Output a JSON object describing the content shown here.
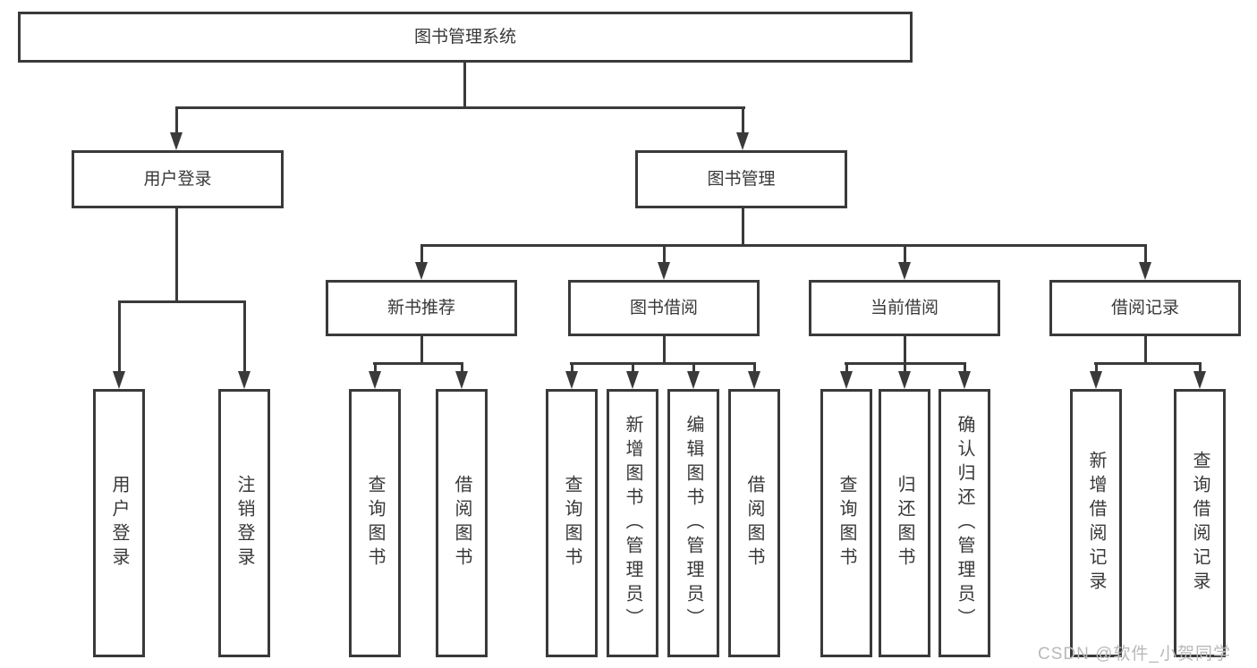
{
  "diagram": {
    "title": "图书管理系统",
    "root": "图书管理系统",
    "branches": [
      {
        "label": "用户登录",
        "children": [
          {
            "label": "用户登录"
          },
          {
            "label": "注销登录"
          }
        ]
      },
      {
        "label": "图书管理",
        "children": [
          {
            "label": "新书推荐",
            "children": [
              {
                "label": "查询图书"
              },
              {
                "label": "借阅图书"
              }
            ]
          },
          {
            "label": "图书借阅",
            "children": [
              {
                "label": "查询图书"
              },
              {
                "label": "新增图书（管理员）"
              },
              {
                "label": "编辑图书（管理员）"
              },
              {
                "label": "借阅图书"
              }
            ]
          },
          {
            "label": "当前借阅",
            "children": [
              {
                "label": "查询图书"
              },
              {
                "label": "归还图书"
              },
              {
                "label": "确认归还（管理员）"
              }
            ]
          },
          {
            "label": "借阅记录",
            "children": [
              {
                "label": "新增借阅记录"
              },
              {
                "label": "查询借阅记录"
              }
            ]
          }
        ]
      }
    ]
  },
  "watermark": "CSDN @软件_小贺同学",
  "colors": {
    "line": "#3a3a3a",
    "text": "#383838",
    "watermark": "#b9b9b9",
    "box_bg": "#ffffff"
  }
}
